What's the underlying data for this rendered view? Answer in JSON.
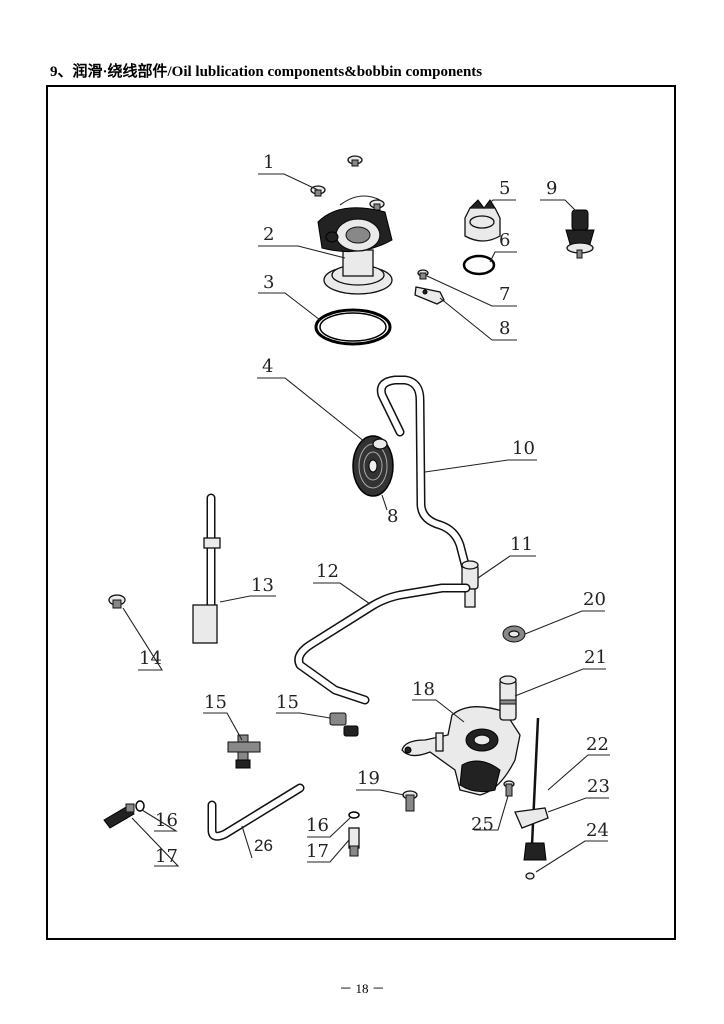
{
  "title": "9、润滑·绕线部件/Oil lublication components&bobbin components",
  "page_number": "－ 18 －",
  "callouts": {
    "c1": "1",
    "c2": "2",
    "c3": "3",
    "c4": "4",
    "c5": "5",
    "c6": "6",
    "c7": "7",
    "c8a": "8",
    "c8b": "8",
    "c9": "9",
    "c10": "10",
    "c11": "11",
    "c12": "12",
    "c13": "13",
    "c14": "14",
    "c15a": "15",
    "c15b": "15",
    "c16a": "16",
    "c16b": "16",
    "c17a": "17",
    "c17b": "17",
    "c18": "18",
    "c19": "19",
    "c20": "20",
    "c21": "21",
    "c22": "22",
    "c23": "23",
    "c24": "24",
    "c25": "25",
    "c26": "26"
  }
}
